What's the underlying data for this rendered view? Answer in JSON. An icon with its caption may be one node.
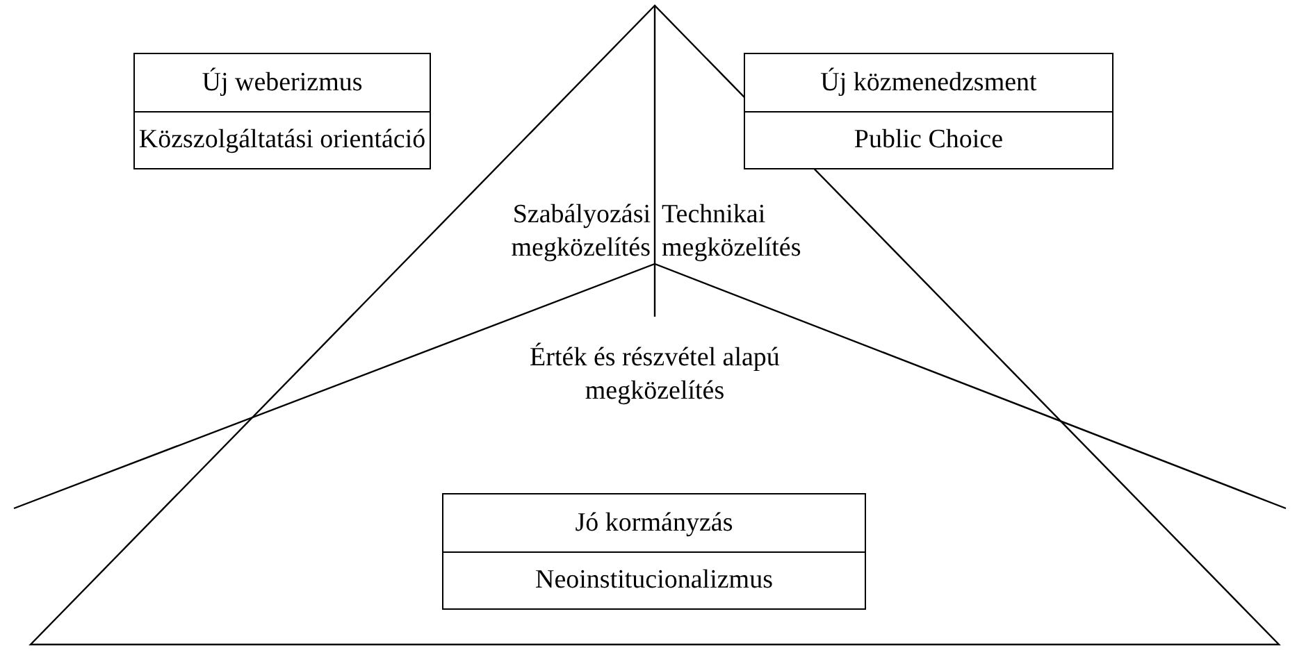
{
  "diagram": {
    "nodes": [
      {
        "text": [
          "Új weberizmus",
          "Közszolgáltatási orientáció"
        ]
      },
      {
        "text": [
          "Új közmenedzsment",
          "Public Choice"
        ]
      },
      {
        "text": [
          "Jó kormányzás",
          "Neoinstitucionalizmus"
        ]
      }
    ],
    "labels": [
      "Szabályozási megközelítés",
      "Technikai megközelítés",
      "Érték és részvétel alapú megközelítés"
    ]
  }
}
